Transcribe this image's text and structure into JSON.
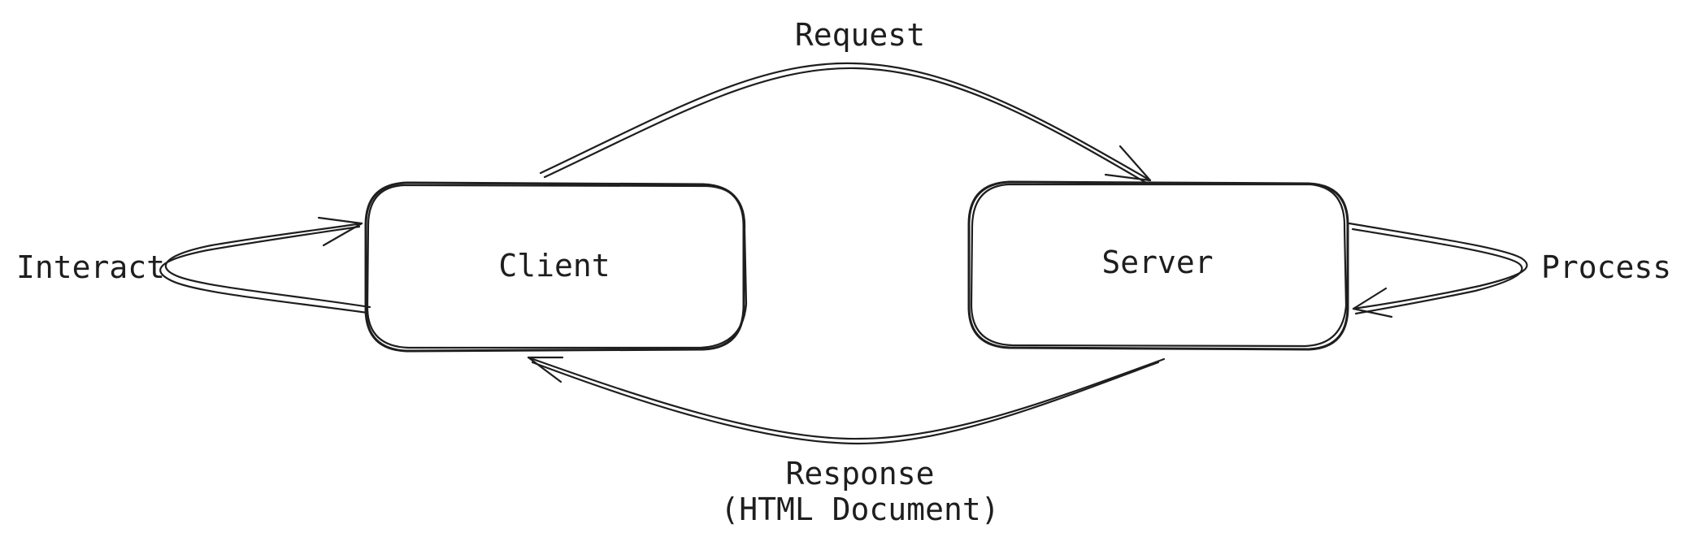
{
  "nodes": {
    "client": {
      "label": "Client"
    },
    "server": {
      "label": "Server"
    }
  },
  "edges": {
    "request": {
      "label": "Request"
    },
    "response": {
      "label_line1": "Response",
      "label_line2": "(HTML Document)"
    },
    "interact": {
      "label": "Interact"
    },
    "process": {
      "label": "Process"
    }
  },
  "colors": {
    "ink": "#1e1e1e",
    "background": "#ffffff"
  }
}
